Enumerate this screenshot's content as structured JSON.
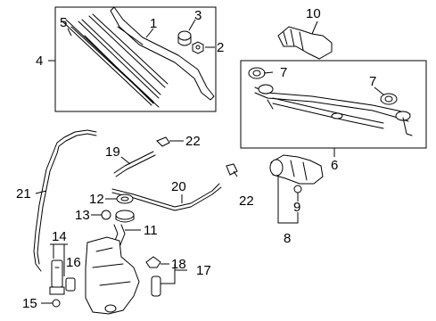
{
  "callouts": {
    "c1": "1",
    "c2": "2",
    "c3": "3",
    "c4": "4",
    "c5": "5",
    "c6": "6",
    "c7a": "7",
    "c7b": "7",
    "c8": "8",
    "c9": "9",
    "c10": "10",
    "c11": "11",
    "c12": "12",
    "c13": "13",
    "c14": "14",
    "c15": "15",
    "c16": "16",
    "c17": "17",
    "c18": "18",
    "c19": "19",
    "c20": "20",
    "c21": "21",
    "c22a": "22",
    "c22b": "22"
  }
}
